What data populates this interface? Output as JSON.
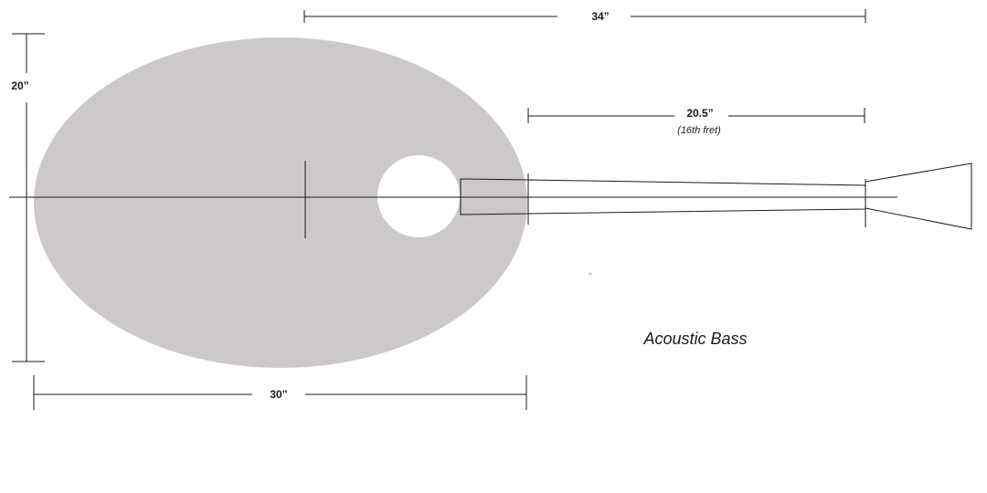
{
  "diagram": {
    "title": "Acoustic Bass",
    "dimensions": {
      "overall_length": "34”",
      "body_height": "20”",
      "body_length": "30”",
      "neck_length": "20.5”",
      "neck_note": "(16th fret)"
    },
    "colors": {
      "body_fill": "#cdc9cb",
      "sound_hole_fill": "#ffffff",
      "line": "#1a1a1a"
    }
  }
}
